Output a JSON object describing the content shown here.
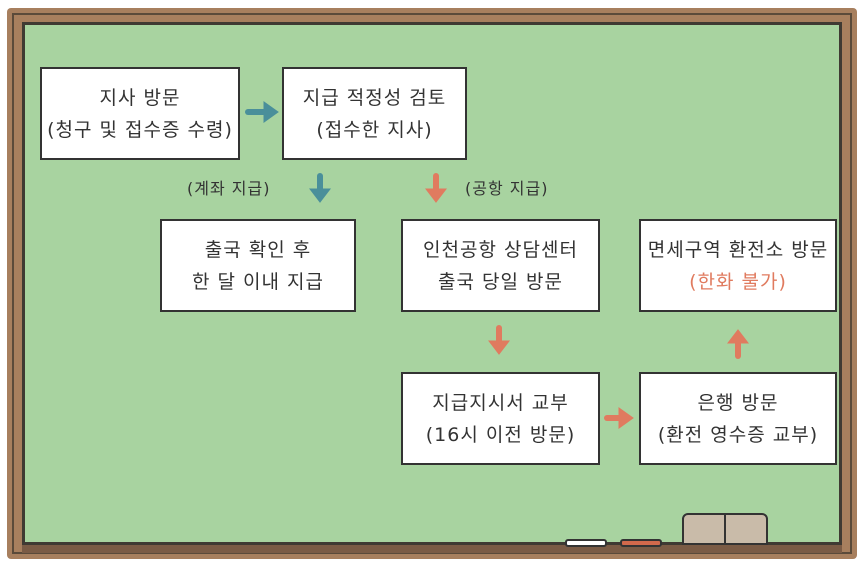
{
  "boxes": {
    "branch_visit": {
      "line1": "지사 방문",
      "line2": "(청구 및 접수증 수령)"
    },
    "review": {
      "line1": "지급 적정성 검토",
      "line2": "(접수한 지사)"
    },
    "account_payment": {
      "line1": "출국 확인 후",
      "line2": "한 달 이내 지급"
    },
    "airport_center": {
      "line1": "인천공항 상담센터",
      "line2": "출국 당일 방문"
    },
    "dutyfree_exchange": {
      "line1": "면세구역 환전소 방문",
      "line2": "(한화 불가)"
    },
    "order_issue": {
      "line1": "지급지시서 교부",
      "line2": "(16시 이전 방문)"
    },
    "bank_visit": {
      "line1": "은행 방문",
      "line2": "(환전 영수증 교부)"
    }
  },
  "labels": {
    "account": "(계좌 지급)",
    "airport": "(공항 지급)"
  },
  "colors": {
    "board": "#a8d3a0",
    "frame": "#a77f5e",
    "arrow_blue": "#4a8f9a",
    "arrow_orange": "#e07b5f",
    "highlight_text": "#e07b5f"
  }
}
